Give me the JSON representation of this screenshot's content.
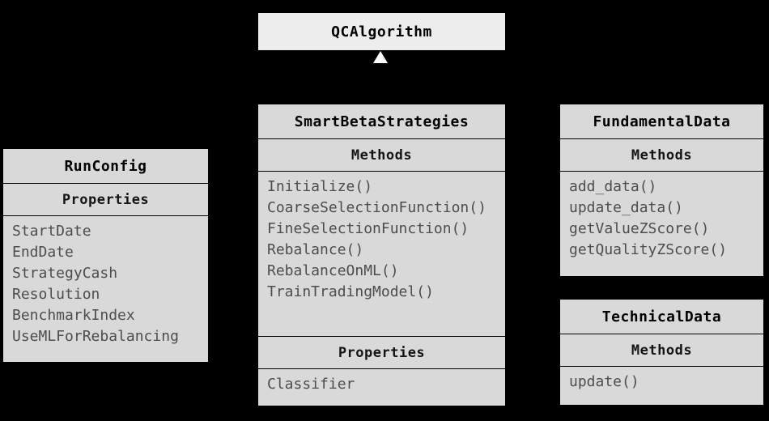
{
  "diagram": {
    "type": "uml-class-diagram",
    "background_color": "#000000",
    "colors": {
      "base_box_fill": "#ededed",
      "class_box_fill": "#d9d9d9",
      "divider": "#000000",
      "title_text": "#000000",
      "member_text": "#4d4d4d",
      "arrowhead": "#fafafa"
    },
    "arrow": {
      "type": "inheritance-arrowhead",
      "direction": "up",
      "points_to": "QCAlgorithm"
    }
  },
  "base_class": {
    "name": "QCAlgorithm"
  },
  "classes": [
    {
      "name": "RunConfig",
      "sections": [
        {
          "label": "Properties",
          "items": [
            "StartDate",
            "EndDate",
            "StrategyCash",
            "Resolution",
            "BenchmarkIndex",
            "UseMLForRebalancing"
          ]
        }
      ]
    },
    {
      "name": "SmartBetaStrategies",
      "sections": [
        {
          "label": "Methods",
          "items": [
            "Initialize()",
            "CoarseSelectionFunction()",
            "FineSelectionFunction()",
            "Rebalance()",
            "RebalanceOnML()",
            "TrainTradingModel()"
          ]
        },
        {
          "label": "Properties",
          "items": [
            "Classifier"
          ]
        }
      ]
    },
    {
      "name": "FundamentalData",
      "sections": [
        {
          "label": "Methods",
          "items": [
            "add_data()",
            "update_data()",
            "getValueZScore()",
            "getQualityZScore()"
          ]
        }
      ]
    },
    {
      "name": "TechnicalData",
      "sections": [
        {
          "label": "Methods",
          "items": [
            "update()"
          ]
        }
      ]
    }
  ]
}
